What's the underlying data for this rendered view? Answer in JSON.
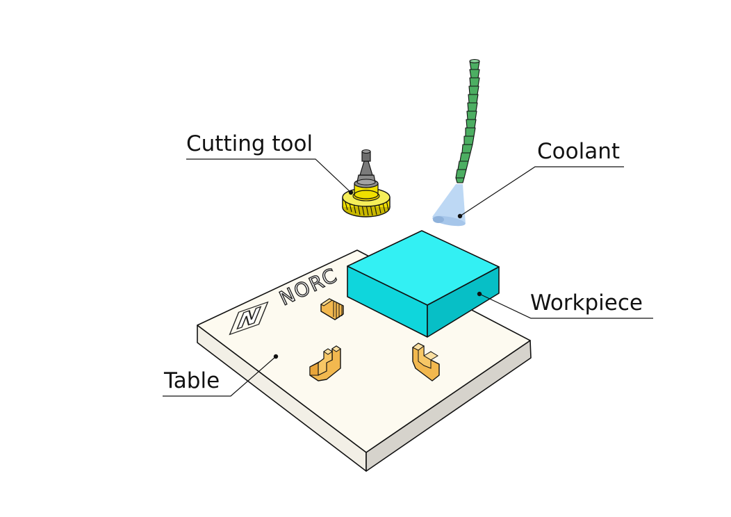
{
  "labels": {
    "cutting_tool": "Cutting tool",
    "coolant": "Coolant",
    "workpiece": "Workpiece",
    "table": "Table"
  },
  "table_brand": "NORC",
  "table_logo_letter": "N",
  "colors": {
    "table_top": "#fdfaf0",
    "table_side": "#d6d3cc",
    "workpiece_top": "#33f0f3",
    "workpiece_front": "#0fd6dc",
    "workpiece_side": "#07bfc6",
    "clamp": "#f2b84f",
    "tool_gear": "#f0e000",
    "tool_holder": "#8c8c8c",
    "coolant_nozzle": "#4cae62",
    "coolant_spray": "#bdd8f4"
  }
}
